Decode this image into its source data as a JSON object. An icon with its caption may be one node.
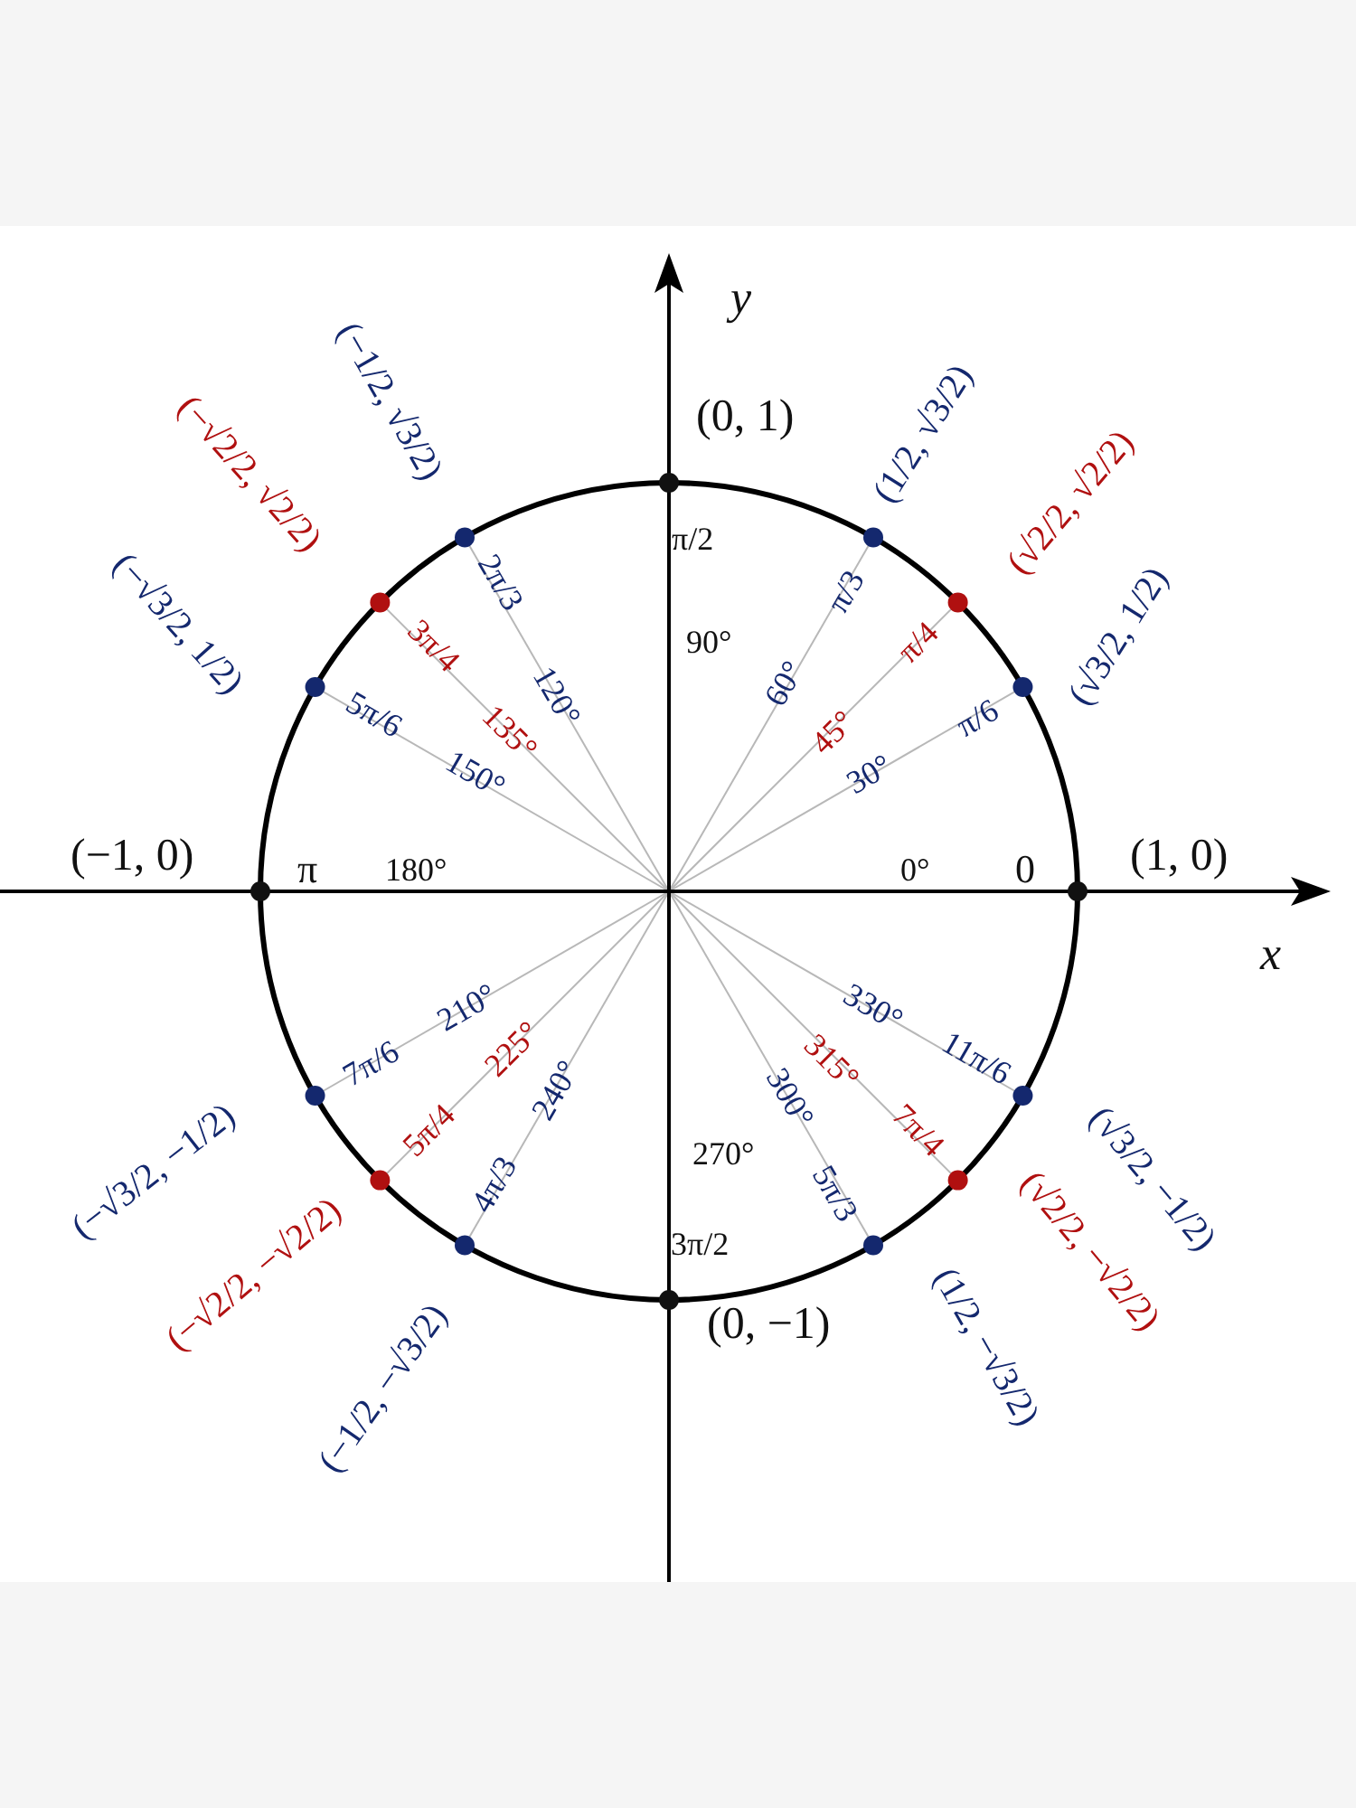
{
  "diagram": {
    "labels": [
      "y",
      "(0, 1)",
      "(−1/2, √3/2)",
      "(1/2, √3/2)",
      "(−√2/2, √2/2)",
      "(√2/2, √2/2)",
      "π/2",
      "2π/3",
      "π/3",
      "(−√3/2, 1/2)",
      "(√3/2, 1/2)",
      "3π/4",
      "π/4",
      "90°",
      "5π/6",
      "π/6",
      "120°",
      "60°",
      "135°",
      "45°",
      "150°",
      "30°",
      "(−1, 0)",
      "π",
      "180°",
      "0°",
      "0",
      "(1, 0)",
      "x",
      "330°",
      "210°",
      "11π/6",
      "7π/6",
      "315°",
      "225°",
      "300°",
      "240°",
      "7π/4",
      "5π/4",
      "(−√3/2, −1/2)",
      "(√3/2, −1/2)",
      "270°",
      "5π/3",
      "4π/3",
      "3π/2",
      "(−√2/2, −√2/2)",
      "(√2/2, −√2/2)",
      "(1/2, −√3/2)",
      "(−1/2, −√3/2)",
      "(0, −1)"
    ]
  }
}
